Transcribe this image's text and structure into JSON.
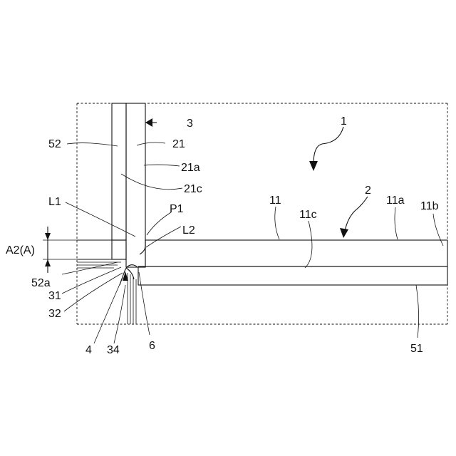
{
  "labels": {
    "n1": "1",
    "n2": "2",
    "n3": "3",
    "n4": "4",
    "n6": "6",
    "n11": "11",
    "n11a": "11a",
    "n11b": "11b",
    "n11c": "11c",
    "n21": "21",
    "n21a": "21a",
    "n21c": "21c",
    "n31": "31",
    "n32": "32",
    "n34": "34",
    "n51": "51",
    "n52": "52",
    "n52a": "52a",
    "L1": "L1",
    "L2": "L2",
    "P1": "P1",
    "A2": "A2(A)"
  }
}
